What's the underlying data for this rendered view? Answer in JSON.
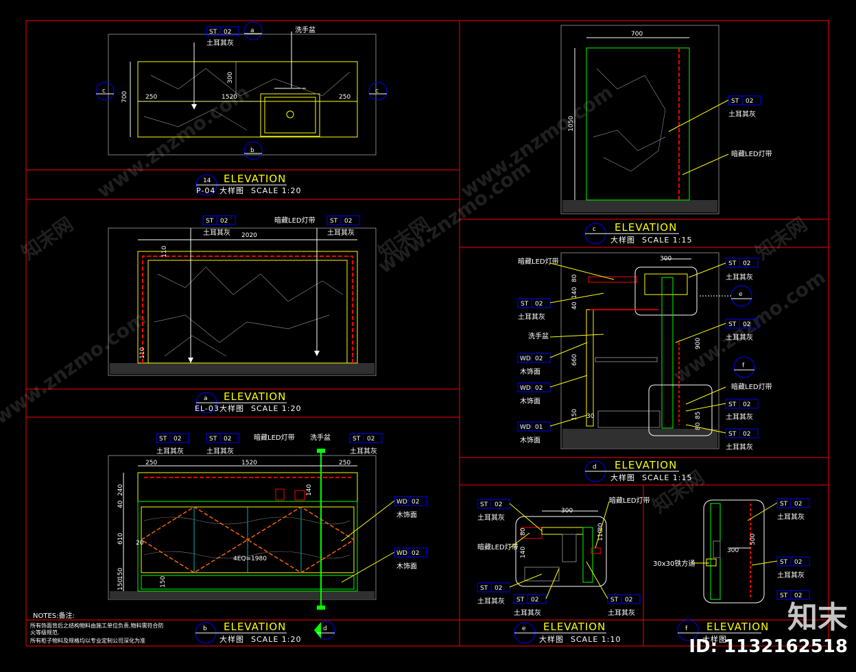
{
  "labels": {
    "st02": "ST",
    "st02_no": "02",
    "wd02": "WD",
    "wd02_no": "02",
    "wd01": "WD",
    "wd01_no": "01",
    "stone": "土耳其灰",
    "wood": "木饰面",
    "led": "暗藏LED灯带",
    "basin": "洗手盆",
    "bar": "30x30铁方通"
  },
  "panels": {
    "p14": {
      "num": "14",
      "ref": "P-04",
      "title": "ELEVATION",
      "sub": "大样图",
      "scale": "SCALE 1:20"
    },
    "a": {
      "num": "a",
      "ref": "EL-03",
      "title": "ELEVATION",
      "sub": "大样图",
      "scale": "SCALE 1:20"
    },
    "b": {
      "num": "b",
      "title": "ELEVATION",
      "sub": "大样图",
      "scale": "SCALE 1:20"
    },
    "c": {
      "num": "c",
      "title": "ELEVATION",
      "sub": "大样图",
      "scale": "SCALE 1:15"
    },
    "d": {
      "num": "d",
      "title": "ELEVATION",
      "sub": "大样图",
      "scale": "SCALE 1:15"
    },
    "e": {
      "num": "e",
      "title": "ELEVATION",
      "sub": "大样图",
      "scale": "SCALE 1:10"
    },
    "f": {
      "num": "f",
      "title": "ELEVATION",
      "sub": "大样图"
    }
  },
  "dims": {
    "p14": [
      "700",
      "300",
      "1520",
      "250",
      "250"
    ],
    "a": [
      "2020",
      "110",
      "110"
    ],
    "b": [
      "250",
      "1520",
      "250",
      "240",
      "40",
      "610",
      "150",
      "150",
      "150",
      "20",
      "140",
      "4EQ=1980"
    ],
    "c": [
      "700",
      "1050"
    ],
    "d": [
      "300",
      "80",
      "140",
      "40",
      "660",
      "150",
      "30",
      "900",
      "85",
      "80"
    ],
    "e": [
      "300",
      "80",
      "140",
      "110",
      "30"
    ],
    "f": [
      "500",
      "300"
    ]
  },
  "markers": [
    "a",
    "b",
    "c",
    "c",
    "d",
    "e",
    "f"
  ],
  "notes": {
    "heading": "NOTES:备注:",
    "line1": "所有饰面背后之结构物料由施工单位负责,物料需符合防",
    "line2": "火等级规范.",
    "line3": "所有柜子物料及规格均以专业定制公司深化为准"
  },
  "watermark": "www.znzmo.com",
  "watermark_cn": "知末网",
  "brand": "知末",
  "image_id": "ID: 1132162518",
  "colors": {
    "frame": "#ff0000",
    "outline": "#ffff00",
    "green": "#00ff00",
    "tag": "#0000ff",
    "grey": "#808080"
  }
}
